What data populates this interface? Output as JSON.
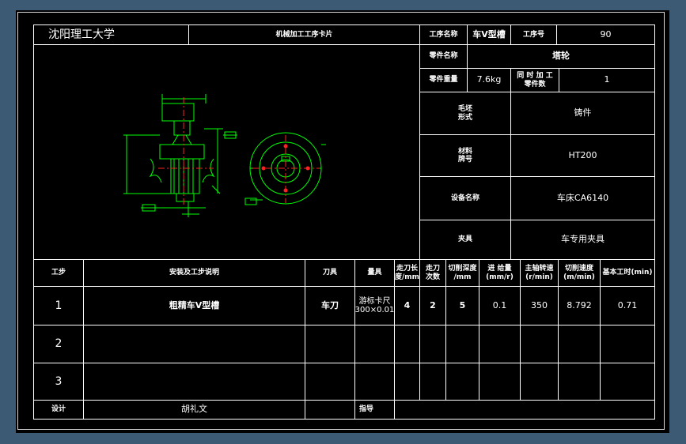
{
  "header": {
    "school": "沈阳理工大学",
    "card_title": "机械加工工序卡片",
    "process_name_label": "工序名称",
    "process_name_value": "车V型槽",
    "process_no_label": "工序号",
    "process_no_value": "90",
    "part_name_label": "零件名称",
    "part_name_value": "塔轮",
    "part_weight_label": "零件重量",
    "part_weight_value": "7.6kg",
    "same_time_label_1": "同 时 加 工",
    "same_time_label_2": "零件数",
    "same_time_value": "1"
  },
  "info": {
    "blank_label_1": "毛坯",
    "blank_label_2": "形式",
    "blank_value": "铸件",
    "material_label_1": "材料",
    "material_label_2": "牌号",
    "material_value": "HT200",
    "equipment_label": "设备名称",
    "equipment_value": "车床CA6140",
    "fixture_label": "夹具",
    "fixture_value": "车专用夹具"
  },
  "table": {
    "headers": {
      "step": "工步",
      "desc": "安装及工步说明",
      "tool": "刀具",
      "gauge": "量具",
      "depth_1": "走刀长",
      "depth_2": "度/mm",
      "passes_1": "走刀",
      "passes_2": "次数",
      "cut_depth_1": "切削深度",
      "cut_depth_2": "/mm",
      "feed_1": "进 给量",
      "feed_2": "(mm/r)",
      "speed_1": "主轴转速",
      "speed_2": "(r/min)",
      "cut_speed_1": "切削速度",
      "cut_speed_2": "(m/min)",
      "time": "基本工时(min)"
    },
    "rows": [
      {
        "step": "1",
        "desc": "粗精车V型槽",
        "tool": "车刀",
        "gauge_1": "游标卡尺",
        "gauge_2": "300×0.01",
        "depth": "4",
        "passes": "2",
        "cut_depth": "5",
        "feed": "0.1",
        "speed": "350",
        "cut_speed": "8.792",
        "time": "0.71"
      },
      {
        "step": "2"
      },
      {
        "step": "3"
      }
    ]
  },
  "footer": {
    "design_label": "设计",
    "designer": "胡礼文",
    "guide_label": "指导"
  },
  "colors": {
    "background": "#3c5a73",
    "sheet": "#000000",
    "lines": "#ffffff",
    "drawing": "#00ff00",
    "center_line": "#ff2020"
  }
}
